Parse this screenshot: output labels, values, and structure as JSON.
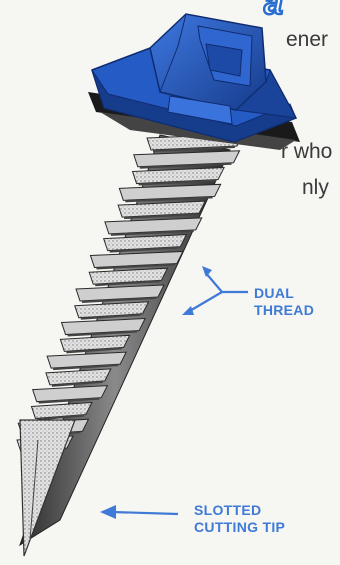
{
  "heading_fragment": "a",
  "text_lines": [
    "ener",
    "r who",
    "nly"
  ],
  "callouts": {
    "dual_thread": [
      "DUAL",
      "THREAD"
    ],
    "slotted_tip": [
      "SLOTTED",
      "CUTTING TIP"
    ]
  },
  "colors": {
    "screw_head": "#1f4fb0",
    "callout_text": "#3f7ad6",
    "washer": "#1a1a1a",
    "thread_dark": "#3a3a3a",
    "thread_light": "#d8d8d8"
  }
}
